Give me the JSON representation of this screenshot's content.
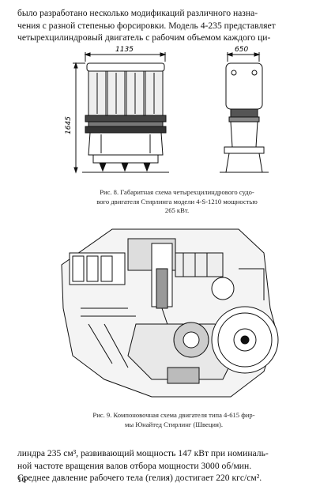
{
  "top_paragraph": [
    "было разработано несколько модификаций различного назна-",
    "чения с разной степенью форсировки. Модель 4-235 представляет",
    "четырехцилиндровый двигатель с рабочим объемом каждого ци-"
  ],
  "figure8": {
    "dim_width_left": "1135",
    "dim_width_right": "650",
    "dim_height": "1645",
    "caption": [
      "Рис. 8. Габаритная схема четырехцилиндрового судо-",
      "вого двигателя Стирлинга модели 4-S-1210 мощностью",
      "265 кВт."
    ]
  },
  "figure9": {
    "caption": [
      "Рис. 9. Компоновочная схема двигателя типа 4-615 фир-",
      "мы Юнайтед Стирлинг (Швеция)."
    ]
  },
  "bottom_paragraph": [
    "линдра 235 см³, развивающий мощность 147 кВт при номиналь-",
    "ной частоте вращения валов отбора мощности 3000 об/мин.",
    "Среднее давление рабочего тела (гелия) достигает 220 кгс/см²."
  ],
  "page_number": "16"
}
